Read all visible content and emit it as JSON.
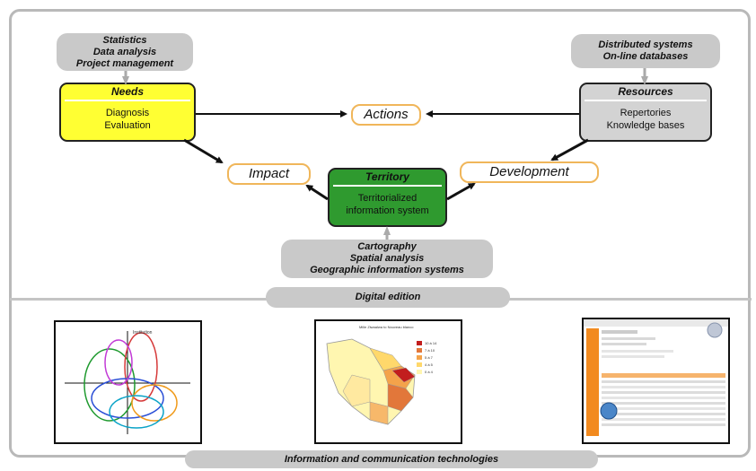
{
  "top_left_pill": {
    "lines": [
      "Statistics",
      "Data analysis",
      "Project management"
    ]
  },
  "top_right_pill": {
    "lines": [
      "Distributed systems",
      "On-line databases"
    ]
  },
  "needs": {
    "title": "Needs",
    "lines": [
      "Diagnosis",
      "Evaluation"
    ],
    "color": "#ffff33"
  },
  "resources": {
    "title": "Resources",
    "lines": [
      "Repertories",
      "Knowledge bases"
    ],
    "color": "#d3d3d3"
  },
  "territory": {
    "title": "Territory",
    "lines": [
      "Territorialized",
      "information system"
    ],
    "color": "#2f9a2f"
  },
  "actions_label": "Actions",
  "impact_label": "Impact",
  "development_label": "Development",
  "bottom_center_pill": {
    "lines": [
      "Cartography",
      "Spatial analysis",
      "Geographic information systems"
    ]
  },
  "digital_edition_label": "Digital edition",
  "ict_label": "Information and communication technologies",
  "thumbnails": {
    "graph_axis_top": "Institution",
    "map_title": "Mille Ziwaalwa to Nouveau blanco",
    "map_legend": [
      "10 à 14",
      "7 à 10",
      "5 à 7",
      "4 à 5",
      "0 à 4"
    ]
  },
  "colors": {
    "accent_orange": "#f0b65a",
    "pill_gray": "#c9c9c9",
    "frame_gray": "#b9b9b9"
  }
}
